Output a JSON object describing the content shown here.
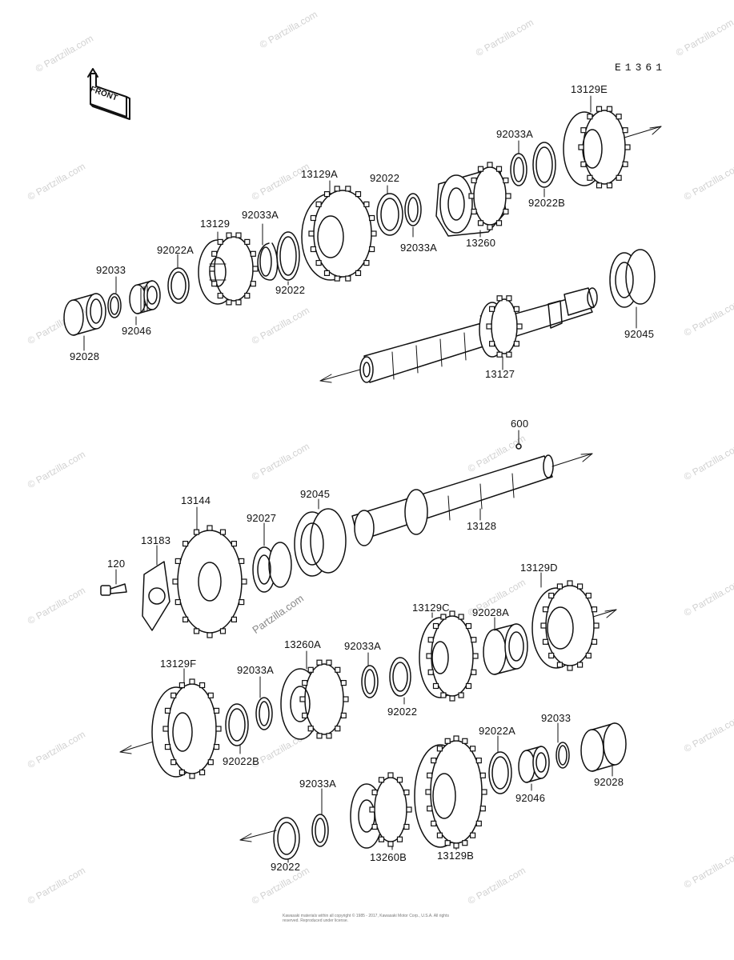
{
  "diagram_code": "E1361",
  "front_label": "FRONT",
  "watermark_text": "© Partzilla.com",
  "watermark_center": "Partzilla.com",
  "copyright": "Kawasaki materials within all copyright © 1985 - 2017, Kawasaki Motor Corp., U.S.A. All rights reserved. Reproduced under license.",
  "parts": {
    "p13129E": "13129E",
    "p92033A_1": "92033A",
    "p92022B_1": "92022B",
    "p13260": "13260",
    "p92022_1": "92022",
    "p92033A_2": "92033A",
    "p13129A": "13129A",
    "p92033A_3": "92033A",
    "p92022_2": "92022",
    "p13129": "13129",
    "p92022A_1": "92022A",
    "p92033_1": "92033",
    "p92046_1": "92046",
    "p92028_1": "92028",
    "p92045_1": "92045",
    "p13127": "13127",
    "p600": "600",
    "p13128": "13128",
    "p92045_2": "92045",
    "p13144": "13144",
    "p92027": "92027",
    "p13183": "13183",
    "p120": "120",
    "p13129D": "13129D",
    "p13129C": "13129C",
    "p92028A": "92028A",
    "p13260A": "13260A",
    "p92033A_4": "92033A",
    "p13129F": "13129F",
    "p92033A_5": "92033A",
    "p92022_3": "92022",
    "p92022B_2": "92022B",
    "p92022A_2": "92022A",
    "p92033_2": "92033",
    "p92046_2": "92046",
    "p92028_2": "92028",
    "p92033A_6": "92033A",
    "p92022_4": "92022",
    "p13260B": "13260B",
    "p13129B": "13129B"
  }
}
